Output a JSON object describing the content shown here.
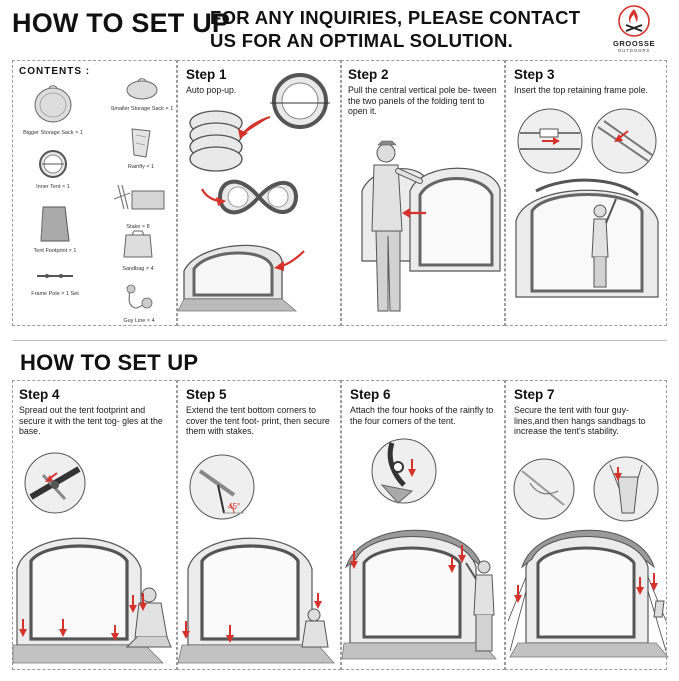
{
  "header": {
    "title": "HOW TO SET UP",
    "inquiry": "FOR ANY INQUIRIES, PLEASE CONTACT US FOR AN OPTIMAL SOLUTION.",
    "brand_name": "GROOSSE",
    "brand_sub": "OUTDOORS"
  },
  "contents": {
    "label": "CONTENTS :",
    "items": [
      {
        "label": "Bigger Storage Sack × 1",
        "icon": "round-sack-icon"
      },
      {
        "label": "Smaller Storage Sack × 1",
        "icon": "small-sack-icon"
      },
      {
        "label": "Rainfly × 1",
        "icon": "rainfly-icon"
      },
      {
        "label": "Inner Tent × 1",
        "icon": "inner-tent-icon"
      },
      {
        "label": "Stake × 8",
        "icon": "stake-icon"
      },
      {
        "label": "Tent Footprint × 1",
        "icon": "footprint-icon"
      },
      {
        "label": "Sandbag × 4",
        "icon": "sandbag-icon"
      },
      {
        "label": "Frame Pole × 1 Set",
        "icon": "frame-pole-icon"
      },
      {
        "label": "Guy Line × 4",
        "icon": "guy-line-icon"
      }
    ]
  },
  "section2_title": "HOW TO SET UP",
  "steps": [
    {
      "title": "Step 1",
      "desc": "Auto pop-up."
    },
    {
      "title": "Step 2",
      "desc": "Pull the central vertical pole be- tween the two panels of the folding tent to open it."
    },
    {
      "title": "Step 3",
      "desc": "Insert the top retaining frame pole."
    },
    {
      "title": "Step 4",
      "desc": "Spread out the tent footprint and secure it with the tent tog- gles at the base."
    },
    {
      "title": "Step 5",
      "desc": "Extend the tent bottom corners to cover the tent foot- print, then secure them with stakes."
    },
    {
      "title": "Step 6",
      "desc": "Attach the four hooks of the rainfly to the four corners of the tent."
    },
    {
      "title": "Step 7",
      "desc": "Secure the tent with four guy-lines,and then hangs sandbags to increase the tent's stability."
    }
  ],
  "angle_label": "45°",
  "colors": {
    "accent": "#d5322b",
    "tent_gray": "#e8e8e8",
    "outline": "#555555"
  }
}
